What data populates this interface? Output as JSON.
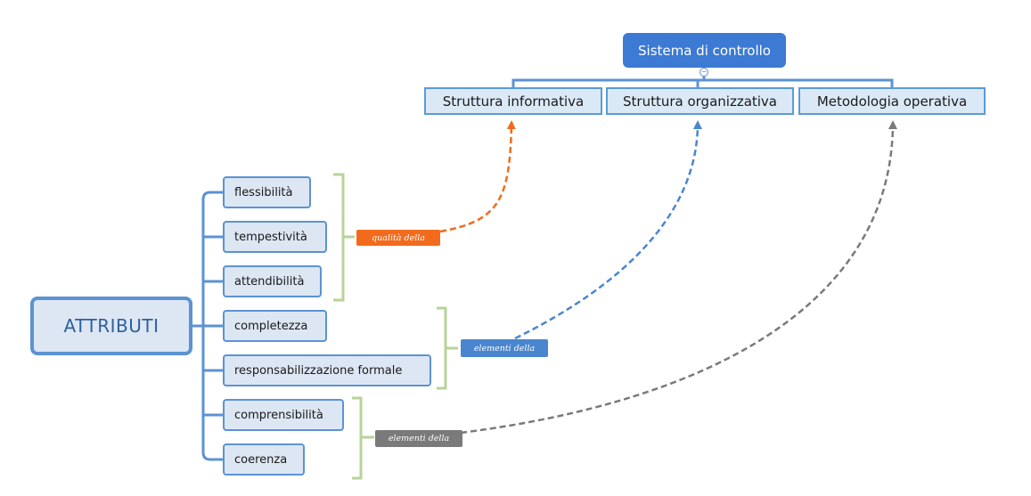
{
  "root": {
    "label": "Sistema di controllo"
  },
  "structures": [
    {
      "label": "Struttura informativa"
    },
    {
      "label": "Struttura organizzativa"
    },
    {
      "label": "Metodologia operativa"
    }
  ],
  "main_topic": {
    "label": "ATTRIBUTI"
  },
  "attributes": [
    {
      "label": "flessibilità"
    },
    {
      "label": "tempestività"
    },
    {
      "label": "attendibilità"
    },
    {
      "label": "completezza"
    },
    {
      "label": "responsabilizzazione formale"
    },
    {
      "label": "comprensibilità"
    },
    {
      "label": "coerenza"
    }
  ],
  "relations": [
    {
      "label": "qualità della",
      "color": "#f26b1d"
    },
    {
      "label": "elementi della",
      "color": "#4a86cf"
    },
    {
      "label": "elementi della",
      "color": "#7a7a7a"
    }
  ],
  "colors": {
    "node_border": "#5b93d3",
    "bracket": "#b8d39a",
    "root_fill": "#3c7ad3"
  }
}
